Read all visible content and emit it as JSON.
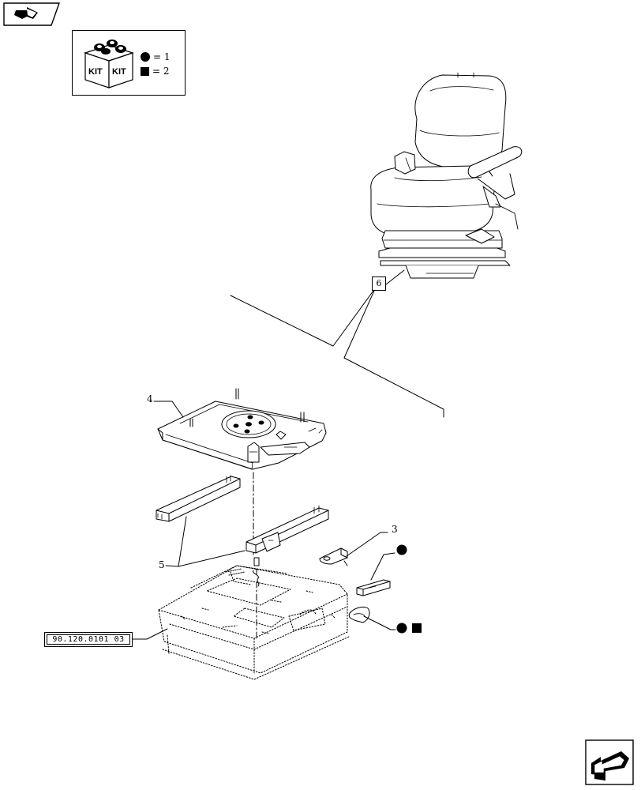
{
  "navigation": {
    "prev_icon": "arrow-prev-icon",
    "next_icon": "arrow-next-icon"
  },
  "kit_legend": {
    "kit_label_left": "KIT",
    "kit_label_right": "KIT",
    "circle_item": "= 1",
    "square_item": "= 2"
  },
  "callouts": {
    "seat_assembly": "6",
    "swivel_plate": "4",
    "rails": "5",
    "bracket": "3"
  },
  "reference": {
    "code": "90.120.0101 03"
  },
  "colors": {
    "line": "#000000",
    "background": "#ffffff"
  }
}
